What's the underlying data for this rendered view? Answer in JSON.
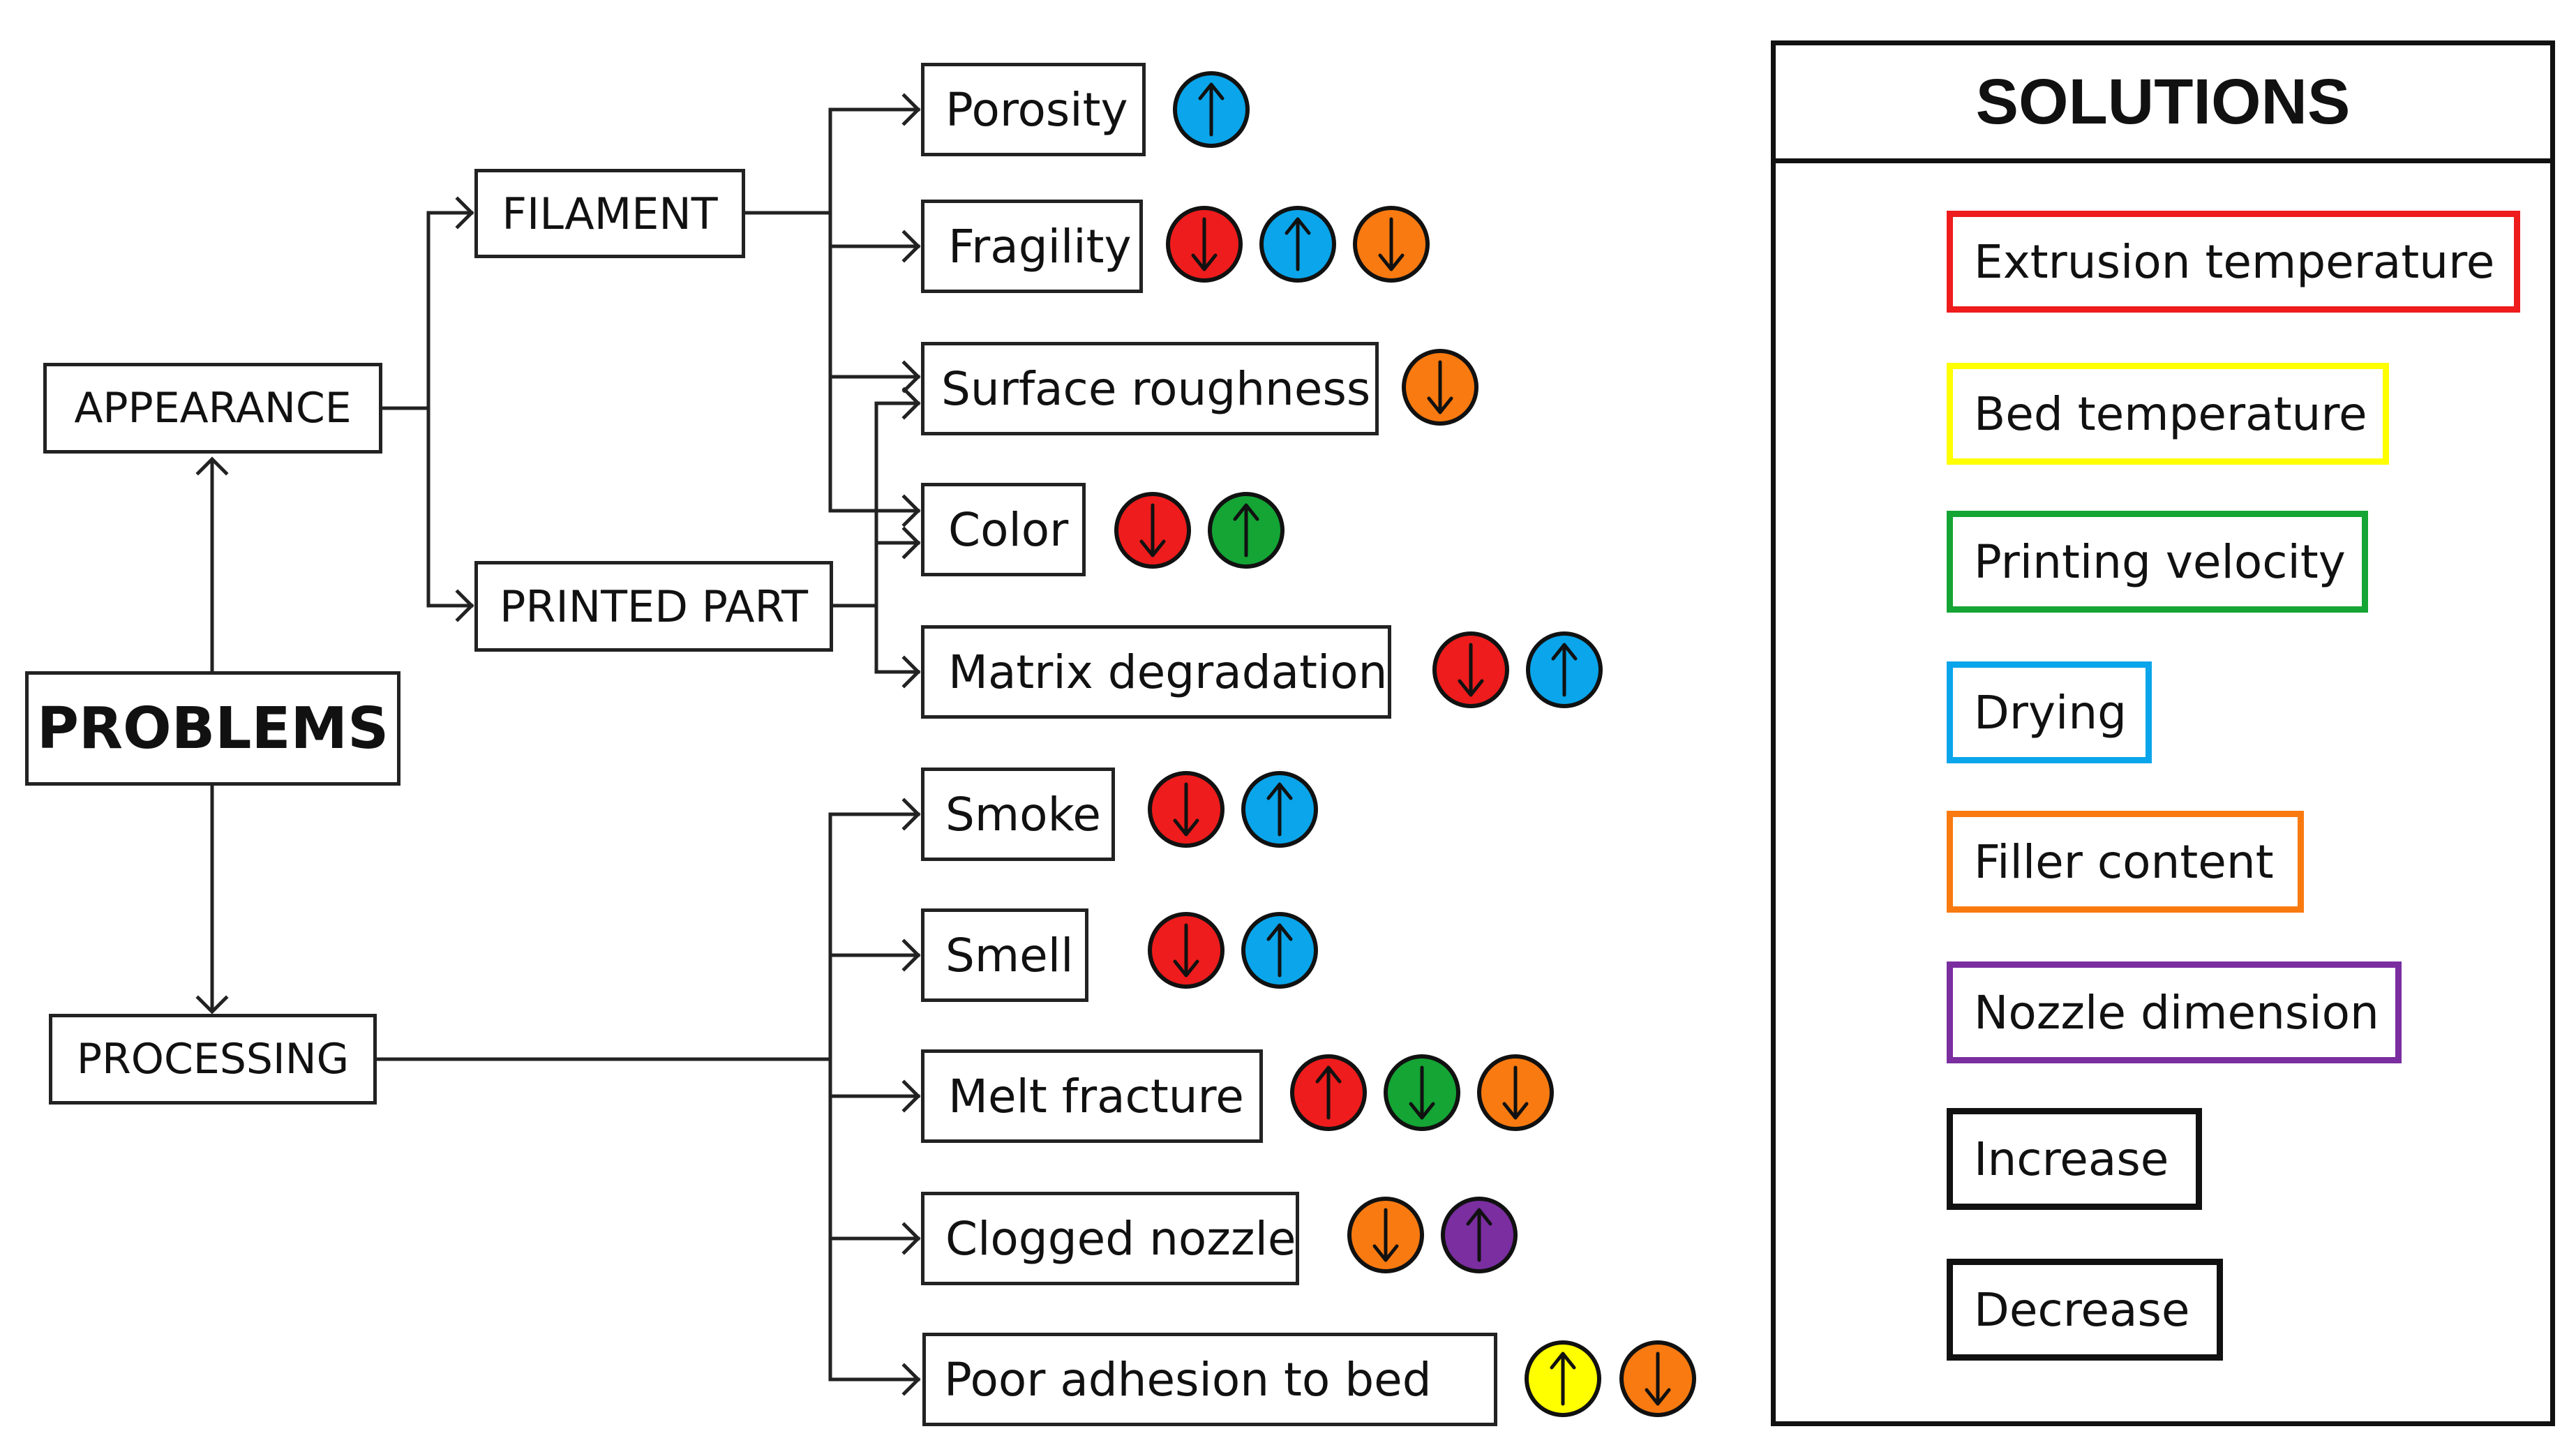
{
  "colors": {
    "extrusion": "#ee1c1c",
    "bed": "#ffff00",
    "velocity": "#14a535",
    "drying": "#0aa5ea",
    "filler": "#f97a10",
    "nozzle": "#7a2ea0",
    "line": "#222222"
  },
  "problems": {
    "root": "PROBLEMS",
    "appearance": "APPEARANCE",
    "processing": "PROCESSING",
    "filament": "FILAMENT",
    "printed_part": "PRINTED PART"
  },
  "issues": [
    {
      "label": "Porosity",
      "solutions": [
        {
          "color": "drying",
          "dir": "up"
        }
      ]
    },
    {
      "label": "Fragility",
      "solutions": [
        {
          "color": "extrusion",
          "dir": "down"
        },
        {
          "color": "drying",
          "dir": "up"
        },
        {
          "color": "filler",
          "dir": "down"
        }
      ]
    },
    {
      "label": "Surface roughness",
      "solutions": [
        {
          "color": "filler",
          "dir": "down"
        }
      ]
    },
    {
      "label": "Color",
      "solutions": [
        {
          "color": "extrusion",
          "dir": "down"
        },
        {
          "color": "velocity",
          "dir": "up"
        }
      ]
    },
    {
      "label": "Matrix degradation",
      "solutions": [
        {
          "color": "extrusion",
          "dir": "down"
        },
        {
          "color": "drying",
          "dir": "up"
        }
      ]
    },
    {
      "label": "Smoke",
      "solutions": [
        {
          "color": "extrusion",
          "dir": "down"
        },
        {
          "color": "drying",
          "dir": "up"
        }
      ]
    },
    {
      "label": "Smell",
      "solutions": [
        {
          "color": "extrusion",
          "dir": "down"
        },
        {
          "color": "drying",
          "dir": "up"
        }
      ]
    },
    {
      "label": "Melt fracture",
      "solutions": [
        {
          "color": "extrusion",
          "dir": "up"
        },
        {
          "color": "velocity",
          "dir": "down"
        },
        {
          "color": "filler",
          "dir": "down"
        }
      ]
    },
    {
      "label": "Clogged nozzle",
      "solutions": [
        {
          "color": "filler",
          "dir": "down"
        },
        {
          "color": "nozzle",
          "dir": "up"
        }
      ]
    },
    {
      "label": "Poor adhesion to bed",
      "solutions": [
        {
          "color": "bed",
          "dir": "up"
        },
        {
          "color": "filler",
          "dir": "down"
        }
      ]
    }
  ],
  "legend": {
    "title": "SOLUTIONS",
    "items": [
      {
        "label": "Extrusion temperature",
        "color": "extrusion"
      },
      {
        "label": "Bed temperature",
        "color": "bed"
      },
      {
        "label": "Printing velocity",
        "color": "velocity"
      },
      {
        "label": "Drying",
        "color": "drying"
      },
      {
        "label": "Filler content",
        "color": "filler"
      },
      {
        "label": "Nozzle dimension",
        "color": "nozzle"
      }
    ],
    "increase": "Increase",
    "decrease": "Decrease"
  }
}
